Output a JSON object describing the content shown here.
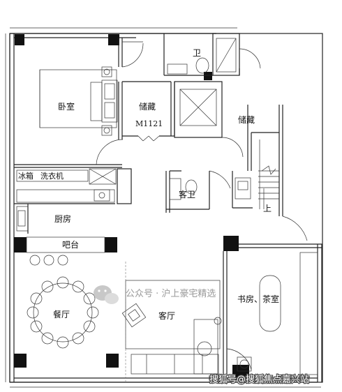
{
  "rooms": {
    "bedroom": "卧室",
    "storage_1": "储藏",
    "storage_code": "M1121",
    "bath_top": "卫",
    "storage_2": "储藏",
    "guest_bath": "客卫",
    "up": "上",
    "kitchen": "厨房",
    "bar": "吧台",
    "dining": "餐厅",
    "living": "客厅",
    "study": "书房、茶室"
  },
  "appliances": {
    "fridge": "冰箱",
    "washer": "洗衣机"
  },
  "watermark": {
    "center": "公众号 · 沪上豪宅精选",
    "bottom": "搜狐号@搜狐焦点嘉兴站"
  }
}
